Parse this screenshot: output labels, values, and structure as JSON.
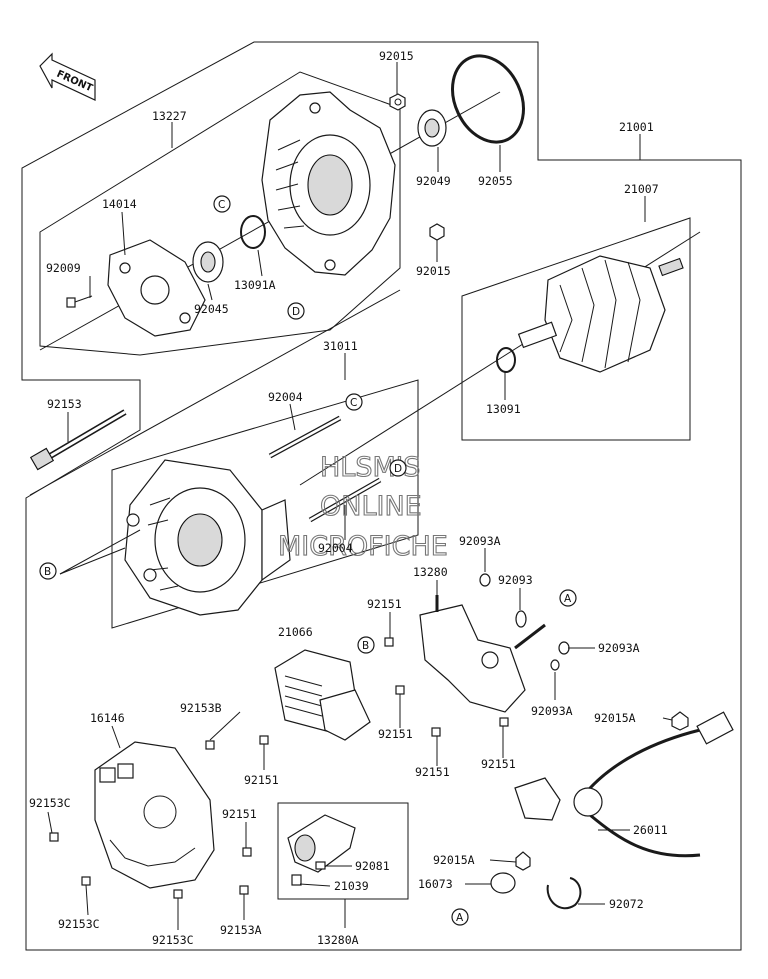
{
  "diagram": {
    "front_label": "FRONT",
    "watermark": [
      "HLSM'S",
      "ONLINE",
      "MICROFICHE"
    ],
    "part_labels": [
      "92015",
      "13227",
      "21001",
      "92049",
      "92055",
      "21007",
      "14014",
      "92009",
      "92045",
      "13091A",
      "92015",
      "31011",
      "92153",
      "92004",
      "13091",
      "92004",
      "92093A",
      "13280",
      "92093",
      "92151",
      "21066",
      "92093A",
      "92153B",
      "92093A",
      "92015A",
      "16146",
      "92151",
      "92151",
      "92151",
      "92151",
      "92153C",
      "92151",
      "26011",
      "92081",
      "92015A",
      "21039",
      "16073",
      "92153C",
      "92153C",
      "92153A",
      "13280A",
      "92072"
    ],
    "callouts": [
      "C",
      "D",
      "C",
      "D",
      "B",
      "B",
      "A",
      "A"
    ]
  }
}
